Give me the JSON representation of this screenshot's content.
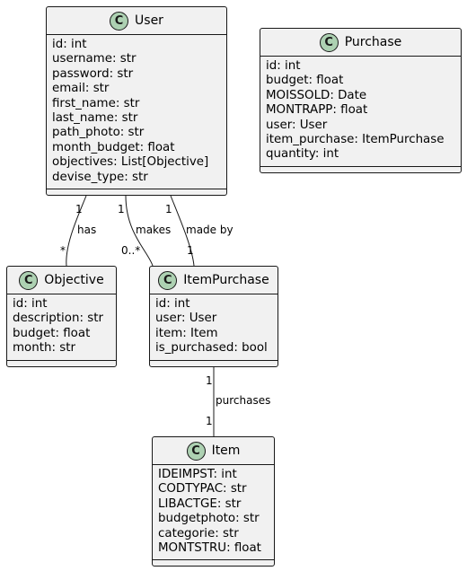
{
  "classes": {
    "user": {
      "badge": "C",
      "name": "User",
      "attrs": [
        "id: int",
        "username: str",
        "password: str",
        "email: str",
        "first_name: str",
        "last_name: str",
        "path_photo: str",
        "month_budget: float",
        "objectives: List[Objective]",
        "devise_type: str"
      ]
    },
    "purchase": {
      "badge": "C",
      "name": "Purchase",
      "attrs": [
        "id: int",
        "budget: float",
        "MOISSOLD: Date",
        "MONTRAPP: float",
        "user: User",
        "item_purchase: ItemPurchase",
        "quantity: int"
      ]
    },
    "objective": {
      "badge": "C",
      "name": "Objective",
      "attrs": [
        "id: int",
        "description: str",
        "budget: float",
        "month: str"
      ]
    },
    "itempurchase": {
      "badge": "C",
      "name": "ItemPurchase",
      "attrs": [
        "id: int",
        "user: User",
        "item: Item",
        "is_purchased: bool"
      ]
    },
    "item": {
      "badge": "C",
      "name": "Item",
      "attrs": [
        "IDEIMPST: int",
        "CODTYPAC: str",
        "LIBACTGE: str",
        "budgetphoto: str",
        "categorie: str",
        "MONTSTRU: float"
      ]
    }
  },
  "relations": {
    "has": {
      "label": "has",
      "src_mult": "1",
      "dst_mult": "*"
    },
    "makes": {
      "label": "makes",
      "src_mult": "1",
      "dst_mult": "0..*"
    },
    "made_by": {
      "label": "made by",
      "src_mult": "1",
      "dst_mult": "1"
    },
    "purchases": {
      "label": "purchases",
      "src_mult": "1",
      "dst_mult": "1"
    }
  }
}
